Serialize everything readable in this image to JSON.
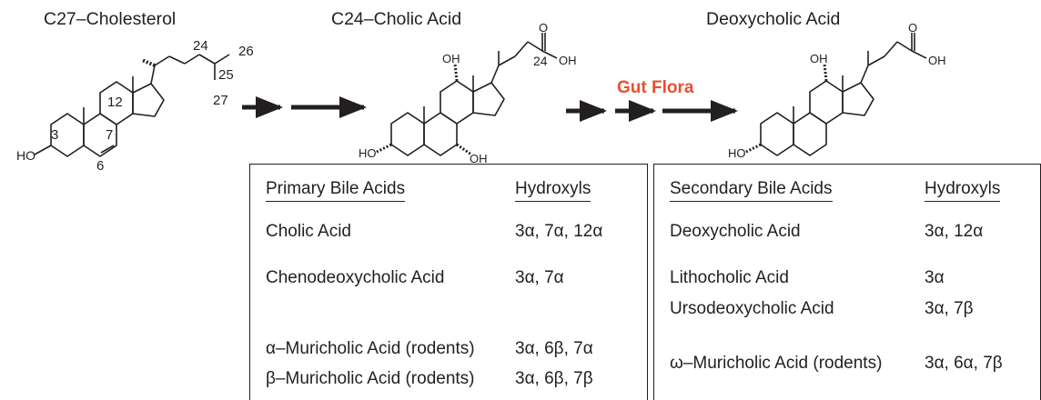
{
  "titles": {
    "cholesterol": "C27–Cholesterol",
    "cholic": "C24–Cholic Acid",
    "deoxycholic": "Deoxycholic Acid"
  },
  "gut_flora": "Gut Flora",
  "atom_labels": {
    "ho": "HO",
    "oh": "OH",
    "o": "O",
    "n3": "3",
    "n6": "6",
    "n7": "7",
    "n12": "12",
    "n24": "24",
    "n25": "25",
    "n26": "26",
    "n27": "27"
  },
  "primary": {
    "header_name": "Primary Bile Acids",
    "header_hydroxyls": "Hydroxyls",
    "rows": [
      {
        "name": "Cholic Acid",
        "hydroxyls": "3α, 7α, 12α"
      },
      {
        "name": "Chenodeoxycholic Acid",
        "hydroxyls": "3α, 7α"
      },
      {
        "name": "α–Muricholic Acid (rodents)",
        "hydroxyls": "3α, 6β, 7α"
      },
      {
        "name": "β–Muricholic Acid (rodents)",
        "hydroxyls": "3α, 6β, 7β"
      }
    ]
  },
  "secondary": {
    "header_name": "Secondary Bile Acids",
    "header_hydroxyls": "Hydroxyls",
    "rows": [
      {
        "name": "Deoxycholic Acid",
        "hydroxyls": "3α, 12α"
      },
      {
        "name": "Lithocholic Acid",
        "hydroxyls": "3α"
      },
      {
        "name": "Ursodeoxycholic Acid",
        "hydroxyls": "3α, 7β"
      },
      {
        "name": "ω–Muricholic Acid (rodents)",
        "hydroxyls": "3α, 6α, 7β"
      }
    ]
  }
}
